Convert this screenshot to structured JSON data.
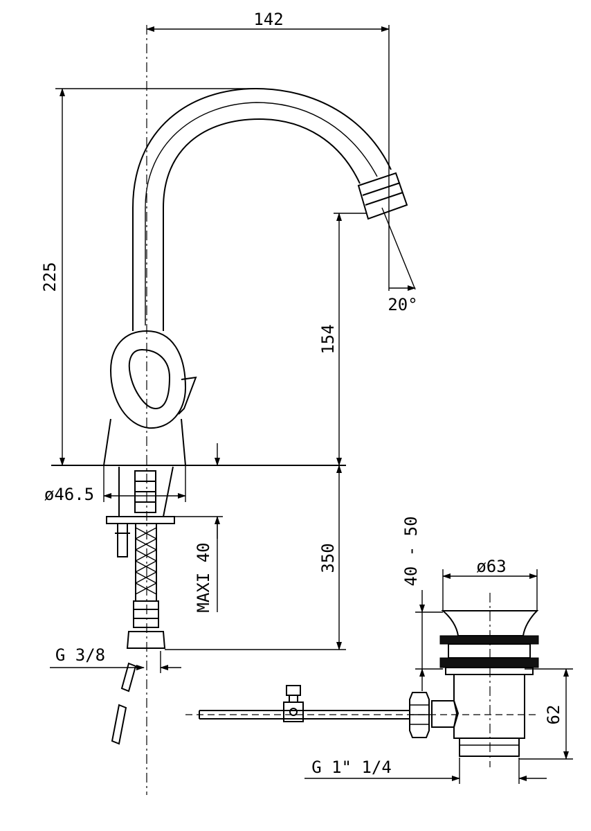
{
  "colors": {
    "ink": "#000000",
    "paper": "#ffffff"
  },
  "dimensions": {
    "spout_reach": "142",
    "tap_height": "225",
    "spout_angle": "20°",
    "spout_outlet_height": "154",
    "base_diameter": "ø46.5",
    "deck_max_thickness": "MAXI 40",
    "hose_length": "350",
    "hose_thread": "G 3/8",
    "basin_hole_thickness": "40 - 50",
    "waste_diameter": "ø63",
    "waste_height": "62",
    "waste_thread": "G 1\" 1/4"
  }
}
